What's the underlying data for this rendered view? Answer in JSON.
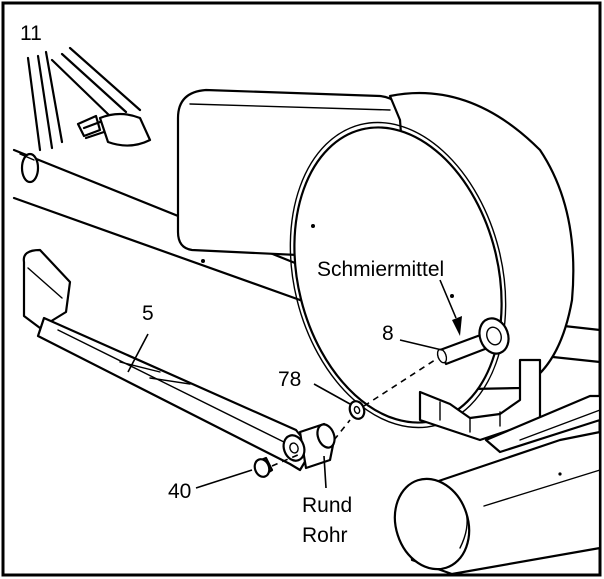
{
  "step_number": "11",
  "callouts": {
    "lubricant": "Schmiermittel",
    "part_8": "8",
    "part_5": "5",
    "part_78": "78",
    "part_40": "40",
    "round_tube_line1": "Rund",
    "round_tube_line2": "Rohr"
  },
  "colors": {
    "ink": "#000000",
    "paper": "#ffffff"
  }
}
